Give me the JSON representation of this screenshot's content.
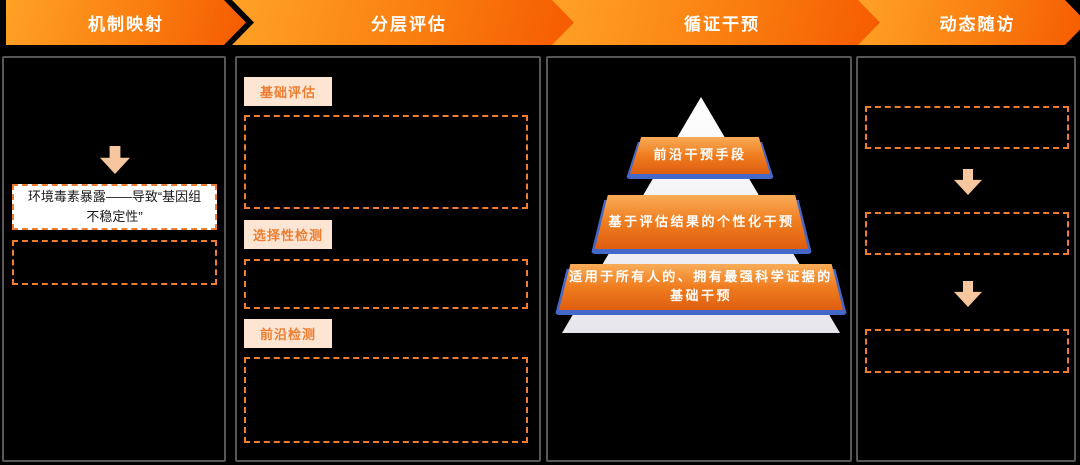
{
  "header": {
    "steps": [
      {
        "label": "机制映射"
      },
      {
        "label": "分层评估"
      },
      {
        "label": "循证干预"
      },
      {
        "label": "动态随访"
      }
    ]
  },
  "mechanism": {
    "result_text": "环境毒素暴露——导致“基因组不稳定性”"
  },
  "assessment": {
    "sections": [
      {
        "label": "基础评估"
      },
      {
        "label": "选择性检测"
      },
      {
        "label": "前沿检测"
      }
    ]
  },
  "intervention": {
    "pyramid_levels": [
      {
        "label": "前沿干预手段"
      },
      {
        "label": "基于评估结果的个性化干预"
      },
      {
        "label": "适用于所有人的、拥有最强科学证据的基础干预"
      }
    ]
  },
  "followup": {},
  "colors": {
    "background": "#000000",
    "panel_border": "#575757",
    "arrow_gradient_start": "#FFA226",
    "arrow_gradient_end": "#F55A00",
    "dashed_border": "#EE7D31",
    "label_bg": "#FCE6D3",
    "label_text": "#ED7D31",
    "soft_arrow": "#F6C69E",
    "pyramid_band_orange": "#EF7D1F",
    "pyramid_band_blue": "#4468C8",
    "pyramid_body": "#EFEFF3"
  }
}
